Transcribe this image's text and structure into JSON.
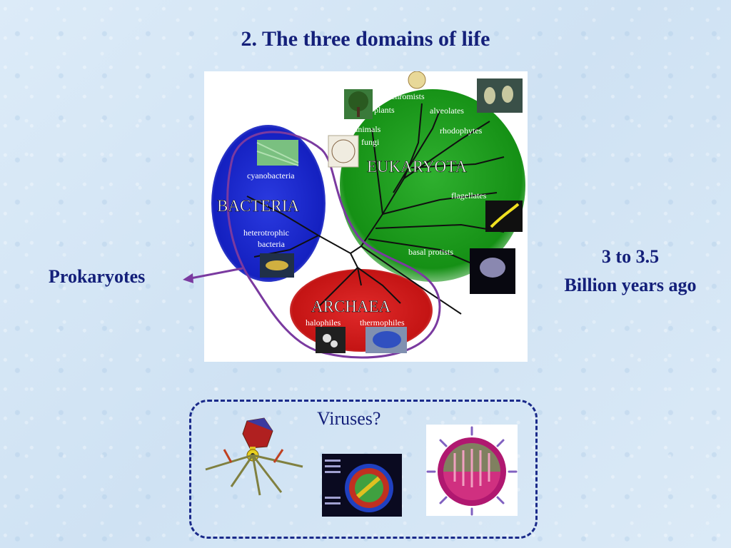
{
  "slide": {
    "title": "2. The three domains of life"
  },
  "tree": {
    "domains": {
      "bacteria": "BACTERIA",
      "eukaryota": "EUKARYOTA",
      "archaea": "ARCHAEA"
    },
    "groups": {
      "cyanobacteria": "cyanobacteria",
      "heterotrophic_1": "heterotrophic",
      "heterotrophic_2": "bacteria",
      "chromists": "chromists",
      "plants": "plants",
      "alveolates": "alveolates",
      "animals": "animals",
      "fungi": "fungi",
      "rhodophytes": "rhodophytes",
      "flagellates": "flagellates",
      "basal_protists": "basal protists",
      "halophiles": "halophiles",
      "thermophiles": "thermophiles"
    },
    "colors": {
      "bacteria": "#1a2bd0",
      "eukaryota": "#1e9a1e",
      "archaea": "#d01818",
      "outline": "#7a3aa0"
    }
  },
  "labels": {
    "prokaryotes": "Prokaryotes",
    "age_line1": "3 to 3.5",
    "age_line2": "Billion years ago",
    "viruses": "Viruses?"
  }
}
